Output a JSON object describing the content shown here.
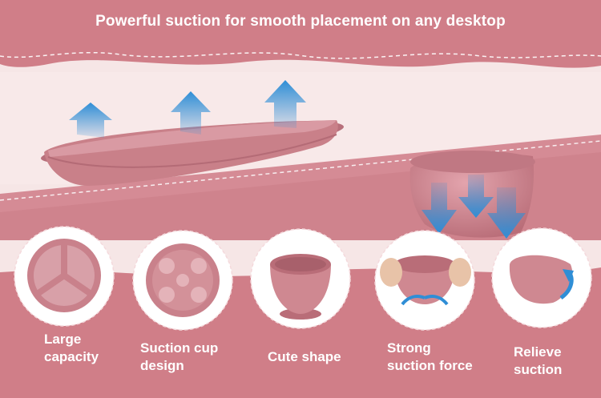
{
  "headline": "Powerful suction for smooth placement on any desktop",
  "colors": {
    "brand_pink": "#d07e88",
    "product_pink": "#cf8e97",
    "product_shadow": "#b86e79",
    "background": "#f6e6e6",
    "arrow_blue": "#2f8ed6"
  },
  "features": [
    {
      "line1": "Large",
      "line2": "capacity"
    },
    {
      "line1": "Suction cup",
      "line2": "design"
    },
    {
      "line1": "Cute shape",
      "line2": ""
    },
    {
      "line1": "Strong",
      "line2": "suction force"
    },
    {
      "line1": "Relieve",
      "line2": "suction"
    }
  ]
}
